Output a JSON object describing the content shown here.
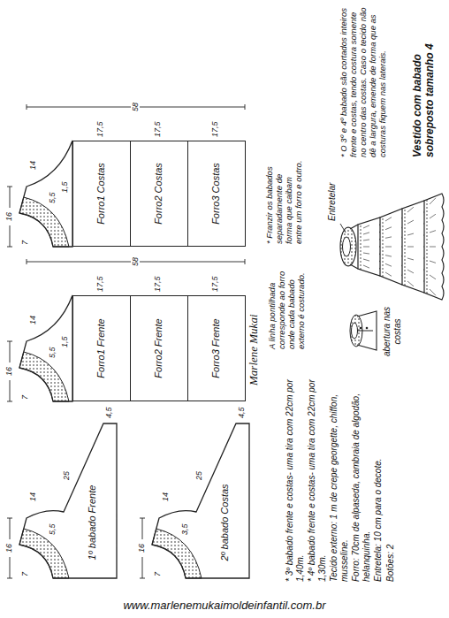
{
  "diagram": {
    "title": "Vestido com babado sobreposto tamanho 4",
    "nodes": [
      {
        "text": [
          "Forro1 Costas"
        ]
      },
      {
        "text": [
          "Forro2 Costas"
        ]
      },
      {
        "text": [
          "Forro3 Costas"
        ]
      },
      {
        "text": [
          "Forro1 Frente"
        ]
      },
      {
        "text": [
          "Forro2 Frente"
        ]
      },
      {
        "text": [
          "Forro3 Frente"
        ]
      }
    ],
    "labels": [
      "* O 3º e 4º babado são cortados inteiros frente e costas, tendo costura somente no centro das costas. Caso o tecido não dê a largura, emende de forma que as costuras fiquem nas laterais.",
      "* Franzir os babados separadamente de forma que caibam entre um forro e outro.",
      "A linha pontilhada corresponde ao forro onde cada babado externo é costurado.",
      "Entretelar",
      "abertura nas costas",
      "Marlene Mukai",
      "* 3º babado frente e costas- uma tira com 22cm por 1,40m.",
      "* 4º babado frente e costas- uma tira com 22cm por 1,30m.",
      "Tecido externo: 1 m de crepe georgette, chiffon, musseline.",
      "Forro: 70cm de alpaseda, cambraia de algodão, helanquinha.",
      "Entretela: 10 cm para o decote.",
      "Botões: 2",
      "www.marlenemukaimoldeinfantil.com.br",
      "16",
      "7",
      "14",
      "5,5",
      "1,5",
      "17,5",
      "17,5",
      "17,5",
      "58",
      "16",
      "7",
      "14",
      "5,5",
      "1,5",
      "17,5",
      "17,5",
      "17,5",
      "58",
      "1º babado Frente",
      "16",
      "7",
      "14",
      "5,5",
      "25",
      "4,5",
      "2º babado Costas",
      "16",
      "7",
      "14",
      "3,5",
      "25",
      "4,5"
    ]
  }
}
